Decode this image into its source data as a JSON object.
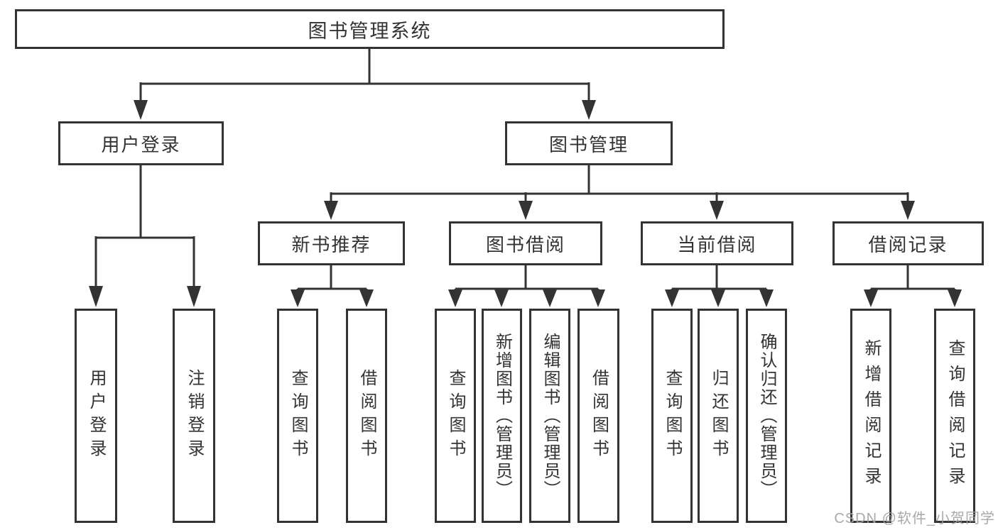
{
  "diagram": {
    "root": "图书管理系统",
    "branches": {
      "user_login": {
        "label": "用户登录",
        "children": [
          "用户登录",
          "注销登录"
        ]
      },
      "book_mgmt": {
        "label": "图书管理",
        "sections": {
          "new_book_rec": {
            "label": "新书推荐",
            "children": [
              "查询图书",
              "借阅图书"
            ]
          },
          "book_borrow": {
            "label": "图书借阅",
            "children": [
              "查询图书",
              "新增图书（管理员）",
              "编辑图书（管理员）",
              "借阅图书"
            ]
          },
          "current_borrow": {
            "label": "当前借阅",
            "children": [
              "查询图书",
              "归还图书",
              "确认归还（管理员）"
            ]
          },
          "borrow_records": {
            "label": "借阅记录",
            "children": [
              "新增借阅记录",
              "查询借阅记录"
            ]
          }
        }
      }
    }
  },
  "watermark": "CSDN @软件_小贺同学",
  "colors": {
    "line": "#333333",
    "text": "#333333",
    "background": "#ffffff",
    "watermark": "#a2a2a2"
  }
}
